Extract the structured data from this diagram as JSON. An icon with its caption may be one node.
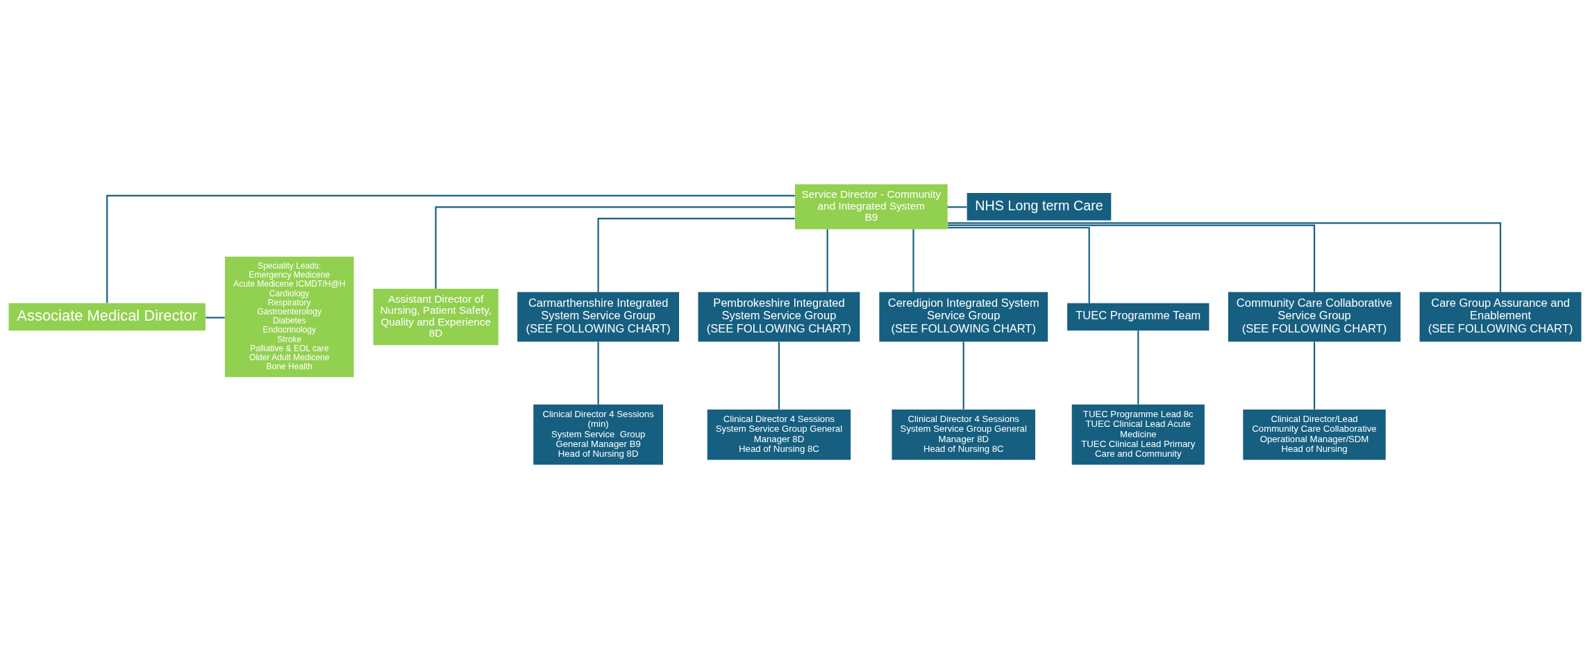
{
  "diagram": {
    "nodes": [
      {
        "text": [
          "Speciality Leads:",
          "Emergency Medicene",
          "Acute Medicene ICMDT/H@H",
          "Cardiology",
          "Respiratory",
          "Gastroenterology",
          "Diabetes",
          "Endocrinology",
          "Stroke",
          "Palliative & EOL care",
          "Older Adult Medicene",
          "Bone Health"
        ]
      },
      {
        "text": [
          "Service Director - Community and Integrated System",
          "B9"
        ]
      },
      {
        "text": [
          "NHS Long term Care"
        ]
      },
      {
        "text": [
          "Associate Medical Director"
        ]
      },
      {
        "text": [
          "Assistant Director of Nursing, Patient Safety, Quality and Experience",
          "8D"
        ]
      },
      {
        "text": [
          "Carmarthenshire Integrated System Service Group",
          "(SEE FOLLOWING CHART)"
        ]
      },
      {
        "text": [
          "Pembrokeshire Integrated System Service Group",
          "(SEE FOLLOWING CHART)"
        ]
      },
      {
        "text": [
          "Ceredigion Integrated System Service Group",
          "(SEE FOLLOWING CHART)"
        ]
      },
      {
        "text": [
          "TUEC Programme Team"
        ]
      },
      {
        "text": [
          "Community Care Collaborative Service Group",
          "(SEE FOLLOWING CHART)"
        ]
      },
      {
        "text": [
          "Care Group Assurance and Enablement",
          "(SEE FOLLOWING CHART)"
        ]
      },
      {
        "text": [
          "Clinical Director 4 Sessions (min)",
          "System Service  Group General Manager B9",
          "Head of Nursing 8D"
        ]
      },
      {
        "text": [
          "Clinical Director 4 Sessions",
          "System Service Group General Manager 8D",
          "Head of Nursing 8C"
        ]
      },
      {
        "text": [
          "Clinical Director 4 Sessions",
          "System Service Group General Manager 8D",
          "Head of Nursing 8C"
        ]
      },
      {
        "text": [
          "TUEC Programme Lead 8c",
          "TUEC Clinical Lead Acute Medicine",
          "TUEC Clinical Lead Primary Care and Community"
        ]
      },
      {
        "text": [
          "Clinical Director/Lead",
          "Community Care Collaborative Operational Manager/SDM",
          "Head of Nursing"
        ]
      }
    ],
    "edges": [
      {
        "from": 1,
        "to": 2,
        "arrow": "none"
      },
      {
        "from": 1,
        "to": 3,
        "arrow": "none"
      },
      {
        "from": 1,
        "to": 4,
        "arrow": "none"
      },
      {
        "from": 3,
        "to": 0,
        "arrow": "none"
      },
      {
        "from": 1,
        "to": 5,
        "arrow": "none"
      },
      {
        "from": 1,
        "to": 6,
        "arrow": "none"
      },
      {
        "from": 1,
        "to": 7,
        "arrow": "none"
      },
      {
        "from": 1,
        "to": 8,
        "arrow": "none"
      },
      {
        "from": 1,
        "to": 9,
        "arrow": "none"
      },
      {
        "from": 1,
        "to": 10,
        "arrow": "none"
      },
      {
        "from": 5,
        "to": 11,
        "arrow": "none"
      },
      {
        "from": 6,
        "to": 12,
        "arrow": "none"
      },
      {
        "from": 7,
        "to": 13,
        "arrow": "none"
      },
      {
        "from": 8,
        "to": 14,
        "arrow": "none"
      },
      {
        "from": 9,
        "to": 15,
        "arrow": "none"
      }
    ]
  }
}
